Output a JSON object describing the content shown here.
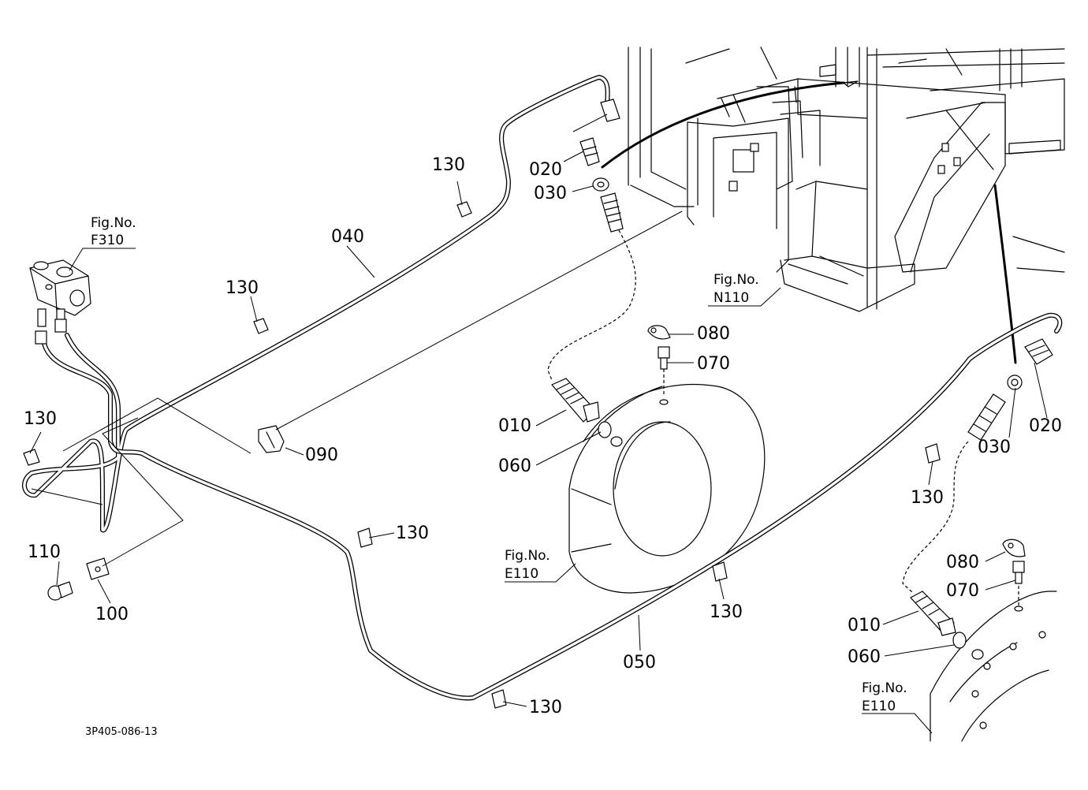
{
  "drawing_code": "3P405-086-13",
  "fig_refs": [
    {
      "line1": "Fig.No.",
      "line2": "F310"
    },
    {
      "line1": "Fig.No.",
      "line2": "N110"
    },
    {
      "line1": "Fig.No.",
      "line2": "E110"
    },
    {
      "line1": "Fig.No.",
      "line2": "E110"
    }
  ],
  "callouts": {
    "c010a": "010",
    "c010b": "010",
    "c020a": "020",
    "c020b": "020",
    "c030a": "030",
    "c030b": "030",
    "c040": "040",
    "c050": "050",
    "c060a": "060",
    "c060b": "060",
    "c070a": "070",
    "c070b": "070",
    "c080a": "080",
    "c080b": "080",
    "c090": "090",
    "c100": "100",
    "c110": "110",
    "c130a": "130",
    "c130b": "130",
    "c130c": "130",
    "c130d": "130",
    "c130e": "130",
    "c130f": "130",
    "c130g": "130"
  }
}
